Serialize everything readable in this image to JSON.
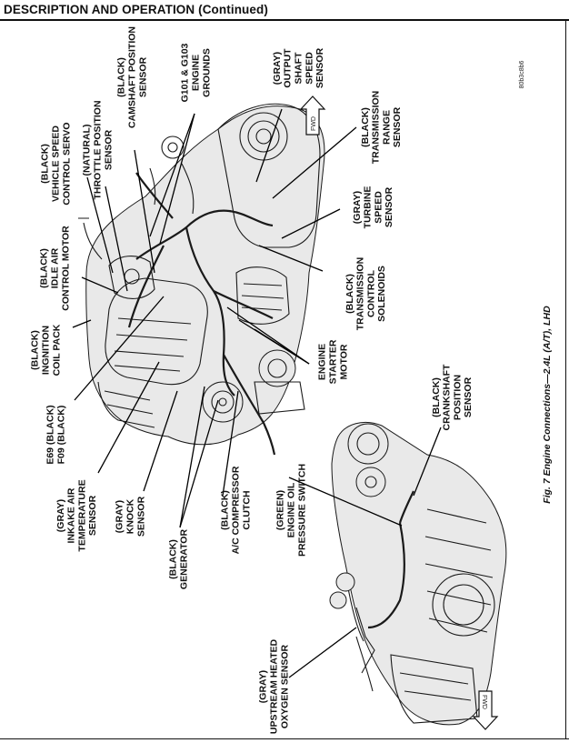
{
  "page": {
    "header": "DESCRIPTION AND OPERATION (Continued)",
    "caption": "Fig. 7 Engine Connections—2.4L (A/T), LHD",
    "figure_code": "80b3c8b6",
    "arrow_label_upper": "FWD",
    "arrow_label_lower": "FWD"
  },
  "labels": {
    "vehicle_speed_control_servo": [
      "(BLACK)",
      "VEHICLE SPEED",
      "CONTROL SERVO"
    ],
    "throttle_position_sensor": [
      "(NATURAL)",
      "THROTTLE POSITION",
      "SENSOR"
    ],
    "camshaft_position_sensor": [
      "(BLACK)",
      "CAMSHAFT POSITION",
      "SENSOR"
    ],
    "engine_grounds": [
      "G101 & G103",
      "ENGINE",
      "GROUNDS"
    ],
    "output_shaft_speed_sensor": [
      "(GRAY)",
      "OUTPUT",
      "SHAFT",
      "SPEED",
      "SENSOR"
    ],
    "transmission_range_sensor": [
      "(BLACK)",
      "TRANSMISSION",
      "RANGE",
      "SENSOR"
    ],
    "idle_air_control_motor": [
      "(BLACK)",
      "IDLE AIR",
      "CONTROL MOTOR"
    ],
    "turbine_speed_sensor": [
      "(GRAY)",
      "TURBINE",
      "SPEED",
      "SENSOR"
    ],
    "transmission_control_solenoids": [
      "(BLACK)",
      "TRANSMISSION",
      "CONTROL",
      "SOLENOIDS"
    ],
    "ignition_coil_pack": [
      "(BLACK)",
      "INGNITION",
      "COIL PACK"
    ],
    "engine_starter_motor": [
      "ENGINE",
      "STARTER",
      "MOTOR"
    ],
    "e69_f09": [
      "E69 (BLACK)",
      "F09 (BLACK)"
    ],
    "crankshaft_position_sensor": [
      "(BLACK)",
      "CRANKSHAFT",
      "POSITION",
      "SENSOR"
    ],
    "inkake_air_temperature_sensor": [
      "(GRAY)",
      "INKAKE AIR",
      "TEMPERATURE",
      "SENSOR"
    ],
    "knock_sensor": [
      "(GRAY)",
      "KNOCK",
      "SENSOR"
    ],
    "generator": [
      "(BLACK)",
      "GENERATOR"
    ],
    "ac_compressor_clutch": [
      "(BLACK)",
      "A/C COMPRESSOR",
      "CLUTCH"
    ],
    "engine_oil_pressure_switch": [
      "(GREEN)",
      "ENGINE OIL",
      "PRESSURE SWITCH"
    ],
    "upstream_heated_oxygen_sensor": [
      "(GRAY)",
      "UPSTREAM HEATED",
      "OXYGEN SENSOR"
    ]
  }
}
